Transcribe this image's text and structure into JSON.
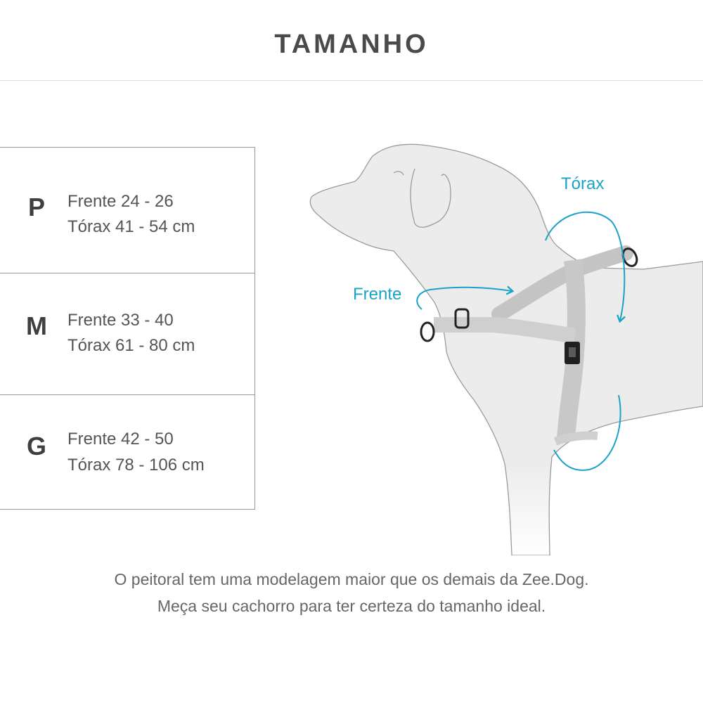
{
  "title": "TAMANHO",
  "sizes": [
    {
      "letter": "P",
      "front": "Frente 24 - 26",
      "chest": "Tórax 41 - 54 cm"
    },
    {
      "letter": "M",
      "front": "Frente 33 - 40",
      "chest": "Tórax 61 - 80 cm"
    },
    {
      "letter": "G",
      "front": "Frente 42 - 50",
      "chest": "Tórax 78 - 106 cm"
    }
  ],
  "diagram": {
    "label_front": "Frente",
    "label_chest": "Tórax"
  },
  "footer": {
    "line1": "O peitoral tem uma modelagem maior que os demais da Zee.Dog.",
    "line2": "Meça seu cachorro para ter certeza do tamanho ideal."
  },
  "colors": {
    "accent": "#1aa3c8",
    "text": "#555555",
    "title": "#4a4a4a",
    "dog_fill": "#ececec",
    "harness": "#c8c8c8"
  }
}
